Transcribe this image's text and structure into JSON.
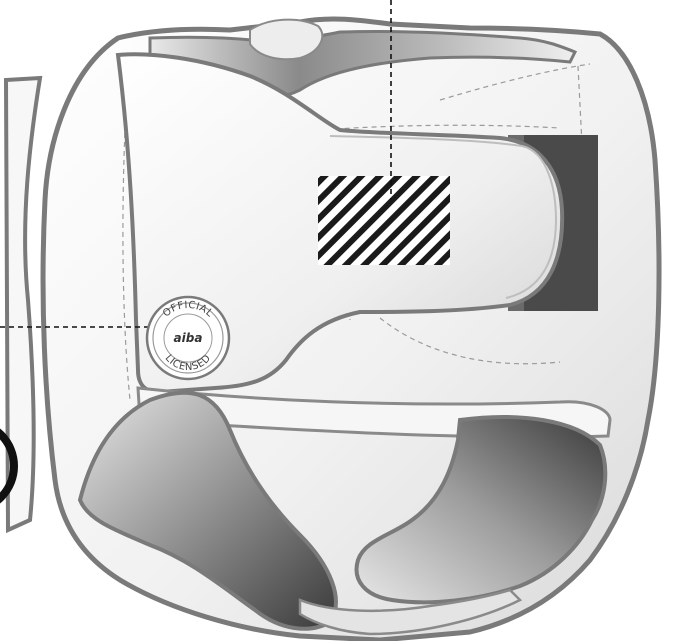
{
  "figure": {
    "subject": "headgear-diagram",
    "colors": {
      "outline": "#7a7a7a",
      "shell_light": "#f4f4f4",
      "shell_mid": "#d8d8d8",
      "pad_dark": "#3c3c3c",
      "strap": "#555555",
      "leader_line": "#111111"
    },
    "seal": {
      "top_text": "OFFICIAL",
      "logo_text": "aiba",
      "bottom_text": "LICENSED"
    },
    "icons": [
      "hatched-label-area-icon",
      "official-seal-icon"
    ]
  }
}
